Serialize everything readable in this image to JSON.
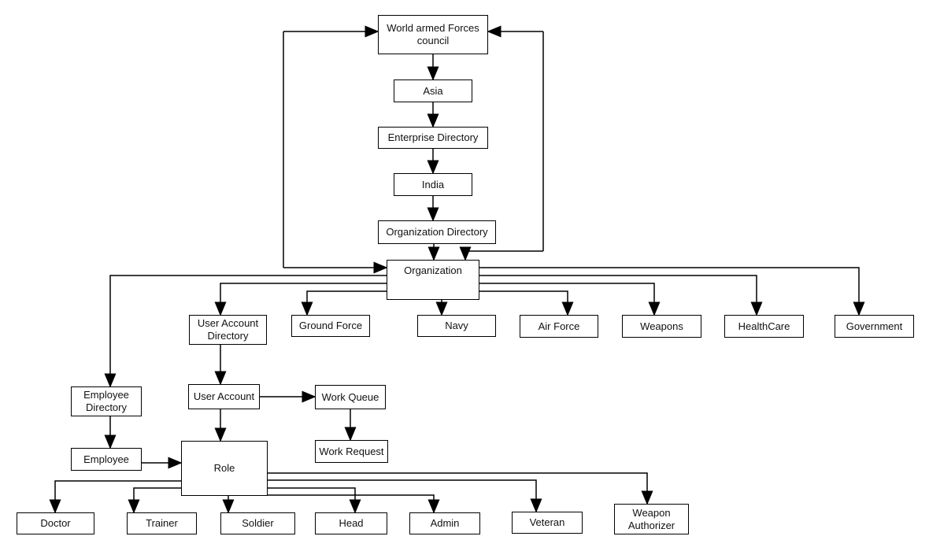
{
  "diagram": {
    "title": "World Armed Forces organization hierarchy flowchart",
    "colors": {
      "background": "#ffffff",
      "line": "#000000",
      "box_border": "#000000",
      "box_fill": "#ffffff",
      "text": "#111111"
    },
    "nodes": {
      "world_armed_forces_council": {
        "label": "World armed Forces council"
      },
      "asia": {
        "label": "Asia"
      },
      "enterprise_directory": {
        "label": "Enterprise Directory"
      },
      "india": {
        "label": "India"
      },
      "organization_directory": {
        "label": "Organization Directory"
      },
      "organization": {
        "label": "Organization"
      },
      "user_account_directory": {
        "label": "User Account Directory"
      },
      "ground_force": {
        "label": "Ground Force"
      },
      "navy": {
        "label": "Navy"
      },
      "air_force": {
        "label": "Air Force"
      },
      "weapons": {
        "label": "Weapons"
      },
      "healthcare": {
        "label": "HealthCare"
      },
      "government": {
        "label": "Government"
      },
      "employee_directory": {
        "label": "Employee Directory"
      },
      "user_account": {
        "label": "User Account"
      },
      "work_queue": {
        "label": "Work Queue"
      },
      "employee": {
        "label": "Employee"
      },
      "work_request": {
        "label": "Work Request"
      },
      "role": {
        "label": "Role"
      },
      "doctor": {
        "label": "Doctor"
      },
      "trainer": {
        "label": "Trainer"
      },
      "soldier": {
        "label": "Soldier"
      },
      "head": {
        "label": "Head"
      },
      "admin": {
        "label": "Admin"
      },
      "veteran": {
        "label": "Veteran"
      },
      "weapon_authorizer": {
        "label": "Weapon Authorizer"
      }
    },
    "edges": [
      {
        "from": "world_armed_forces_council",
        "to": "asia"
      },
      {
        "from": "asia",
        "to": "enterprise_directory"
      },
      {
        "from": "enterprise_directory",
        "to": "india"
      },
      {
        "from": "india",
        "to": "organization_directory"
      },
      {
        "from": "organization_directory",
        "to": "organization"
      },
      {
        "from": "organization",
        "to": "world_armed_forces_council",
        "bidirectional": true,
        "side": "left"
      },
      {
        "from": "organization",
        "to": "world_armed_forces_council",
        "bidirectional": true,
        "side": "right"
      },
      {
        "from": "organization",
        "to": "employee_directory"
      },
      {
        "from": "organization",
        "to": "user_account_directory"
      },
      {
        "from": "organization",
        "to": "ground_force"
      },
      {
        "from": "organization",
        "to": "navy"
      },
      {
        "from": "organization",
        "to": "air_force"
      },
      {
        "from": "organization",
        "to": "weapons"
      },
      {
        "from": "organization",
        "to": "healthcare"
      },
      {
        "from": "organization",
        "to": "government"
      },
      {
        "from": "user_account_directory",
        "to": "user_account"
      },
      {
        "from": "employee_directory",
        "to": "employee"
      },
      {
        "from": "user_account",
        "to": "work_queue"
      },
      {
        "from": "user_account",
        "to": "role"
      },
      {
        "from": "work_queue",
        "to": "work_request"
      },
      {
        "from": "employee",
        "to": "role"
      },
      {
        "from": "role",
        "to": "doctor"
      },
      {
        "from": "role",
        "to": "trainer"
      },
      {
        "from": "role",
        "to": "soldier"
      },
      {
        "from": "role",
        "to": "head"
      },
      {
        "from": "role",
        "to": "admin"
      },
      {
        "from": "role",
        "to": "veteran"
      },
      {
        "from": "role",
        "to": "weapon_authorizer"
      }
    ]
  }
}
